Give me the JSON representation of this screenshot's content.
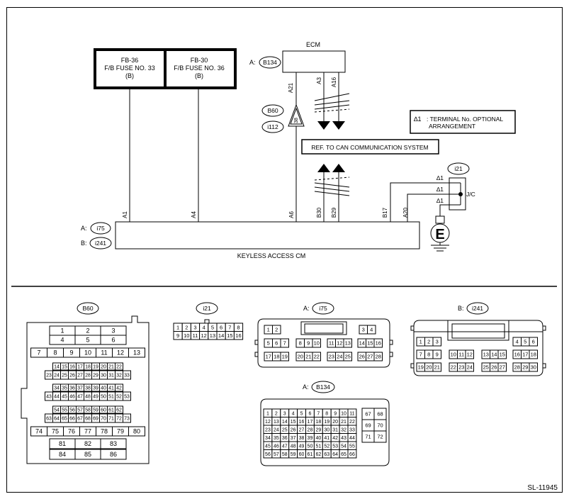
{
  "ecm": {
    "title": "ECM",
    "conn_prefix": "A:",
    "conn_id": "B134",
    "pins": [
      "A21",
      "A3",
      "A16"
    ]
  },
  "fuses": [
    {
      "line1": "FB-36",
      "line2": "F/B FUSE NO. 33",
      "line3": "(B)"
    },
    {
      "line1": "FB-30",
      "line2": "F/B FUSE NO. 36",
      "line3": "(B)"
    }
  ],
  "splice": {
    "conn1": "B60",
    "conn2": "i112",
    "pin": "38"
  },
  "note": {
    "mark": "∆1",
    "line1": ": TERMINAL No. OPTIONAL",
    "line2": "ARRANGEMENT"
  },
  "can_ref": "REF. TO CAN COMMUNICATION SYSTEM",
  "can_pins": [
    "B30",
    "B29"
  ],
  "jc": {
    "conn": "i21",
    "label": "J/C",
    "stars": [
      "∆1",
      "∆1",
      "∆1"
    ]
  },
  "keyless": {
    "title": "KEYLESS ACCESS CM",
    "conn_a_prefix": "A:",
    "conn_a": "i75",
    "conn_b_prefix": "B:",
    "conn_b": "i241",
    "pins": [
      "A1",
      "A4",
      "A6",
      "B17",
      "A20"
    ]
  },
  "ground": "E",
  "connectors": {
    "b60": {
      "title": "B60",
      "rows": [
        [
          "1",
          "2",
          "3"
        ],
        [
          "4",
          "5",
          "6"
        ],
        [
          "7",
          "8",
          "9",
          "10",
          "11",
          "12",
          "13"
        ],
        [
          "14",
          "15",
          "16",
          "17",
          "18",
          "19",
          "20",
          "21",
          "22"
        ],
        [
          "23",
          "24",
          "25",
          "26",
          "27",
          "28",
          "29",
          "30",
          "31",
          "32",
          "33"
        ],
        [
          "34",
          "35",
          "36",
          "37",
          "38",
          "39",
          "40",
          "41",
          "42"
        ],
        [
          "43",
          "44",
          "45",
          "46",
          "47",
          "48",
          "49",
          "50",
          "51",
          "52",
          "53"
        ],
        [
          "54",
          "55",
          "56",
          "57",
          "58",
          "59",
          "60",
          "61",
          "62"
        ],
        [
          "63",
          "64",
          "65",
          "66",
          "67",
          "68",
          "69",
          "70",
          "71",
          "72",
          "73"
        ],
        [
          "74",
          "75",
          "76",
          "77",
          "78",
          "79",
          "80"
        ],
        [
          "81",
          "82",
          "83"
        ],
        [
          "84",
          "85",
          "86"
        ]
      ]
    },
    "i21": {
      "title": "i21",
      "rows": [
        [
          "1",
          "2",
          "3",
          "4",
          "5",
          "6",
          "7",
          "8"
        ],
        [
          "9",
          "10",
          "11",
          "12",
          "13",
          "14",
          "15",
          "16"
        ]
      ]
    },
    "i75": {
      "prefix": "A:",
      "title": "i75",
      "rows": [
        [
          [
            "1",
            "2"
          ],
          [
            "3",
            "4"
          ]
        ],
        [
          [
            "5",
            "6",
            "7"
          ],
          [
            "8",
            "9",
            "10"
          ],
          [
            "11",
            "12",
            "13"
          ],
          [
            "14",
            "15",
            "16"
          ]
        ],
        [
          [
            "17",
            "18",
            "19"
          ],
          [
            "20",
            "21",
            "22"
          ],
          [
            "23",
            "24",
            "25"
          ],
          [
            "26",
            "27",
            "28"
          ]
        ]
      ]
    },
    "i241": {
      "prefix": "B:",
      "title": "i241",
      "rows": [
        [
          [
            "1",
            "2",
            "3"
          ],
          [
            "4",
            "5",
            "6"
          ]
        ],
        [
          [
            "7",
            "8",
            "9"
          ],
          [
            "10",
            "11",
            "12"
          ],
          [
            "13",
            "14",
            "15"
          ],
          [
            "16",
            "17",
            "18"
          ]
        ],
        [
          [
            "19",
            "20",
            "21"
          ],
          [
            "22",
            "23",
            "24"
          ],
          [
            "25",
            "26",
            "27"
          ],
          [
            "28",
            "29",
            "30"
          ]
        ]
      ]
    },
    "b134": {
      "prefix": "A:",
      "title": "B134",
      "rows": [
        [
          "1",
          "2",
          "3",
          "4",
          "5",
          "6",
          "7",
          "8",
          "9",
          "10",
          "11"
        ],
        [
          "12",
          "13",
          "14",
          "15",
          "16",
          "17",
          "18",
          "19",
          "20",
          "21",
          "22"
        ],
        [
          "23",
          "24",
          "25",
          "26",
          "27",
          "28",
          "29",
          "30",
          "31",
          "32",
          "33"
        ],
        [
          "34",
          "35",
          "36",
          "37",
          "38",
          "39",
          "40",
          "41",
          "42",
          "43",
          "44"
        ],
        [
          "45",
          "46",
          "47",
          "48",
          "49",
          "50",
          "51",
          "52",
          "53",
          "54",
          "55"
        ],
        [
          "56",
          "57",
          "58",
          "59",
          "60",
          "61",
          "62",
          "63",
          "64",
          "65",
          "66"
        ]
      ],
      "side": [
        [
          "67",
          "68"
        ],
        [
          "69",
          "70"
        ],
        [
          "71",
          "72"
        ]
      ]
    }
  },
  "code": "SL-11945"
}
